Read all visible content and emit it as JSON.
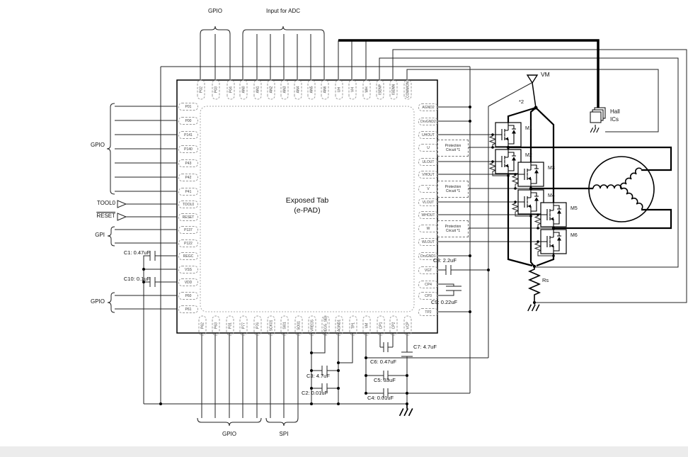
{
  "diagram": {
    "exposed_tab": {
      "line1": "Exposed Tab",
      "line2": "(e-PAD)"
    },
    "protection_box": {
      "line1": "Protection",
      "line2": "Circuit *1"
    }
  },
  "pins": {
    "top": [
      "P02",
      "P03",
      "P04",
      "AN0",
      "AN1",
      "AN2",
      "AN3",
      "AN4",
      "AN5",
      "AN6",
      "UH",
      "VH",
      "WH",
      "ISENP",
      "ISENN",
      "COMMON"
    ],
    "left": [
      "P01",
      "P00",
      "P141",
      "P140",
      "P43",
      "P42",
      "P41",
      "TOOL0",
      "RESET",
      "P137",
      "P122",
      "REGC",
      "VSS",
      "VDD",
      "P60",
      "P61"
    ],
    "right": [
      "AGND2",
      "DrvGND2",
      "UHOUT",
      "U",
      "ULOUT",
      "VHOUT",
      "V",
      "VLOUT",
      "WHOUT",
      "W",
      "WLOUT",
      "DrvGND1",
      "VGT",
      "CP4",
      "CP3",
      "TP2"
    ],
    "bottom": [
      "P62",
      "P63",
      "P31",
      "P77",
      "P76",
      "SCK01",
      "SI01",
      "SO01",
      "VREG5",
      "VREG5_SEL",
      "AGND1",
      "TP1",
      "VM",
      "CP1",
      "CP2",
      "VCP"
    ]
  },
  "labels": {
    "top_gpio": "GPIO",
    "top_adc": "Input for ADC",
    "left_gpio_upper": "GPIO",
    "tool0": "TOOL0",
    "reset": "RESET",
    "left_gpi": "GPI",
    "left_gpio_lower": "GPIO",
    "bottom_gpio": "GPIO",
    "bottom_spi": "SPI",
    "c1": "C1: 0.47uF",
    "c10": "C10: 0.1uF",
    "c2": "C2: 0.01uF",
    "c3": "C3: 4.7uF",
    "c4": "C4: 0.01uF",
    "c5": "C5: 33uF",
    "c6": "C6: 0.47uF",
    "c7": "C7: 4.7uF",
    "c8": "C8: 2.2uF",
    "c9": "C9: 0.22uF",
    "vm": "VM",
    "star2": "*2",
    "rs": "Rs",
    "hall_line1": "Hall",
    "hall_line2": "ICs",
    "m1": "M1",
    "m2": "M2",
    "m3": "M3",
    "m4": "M4",
    "m5": "M5",
    "m6": "M6"
  }
}
